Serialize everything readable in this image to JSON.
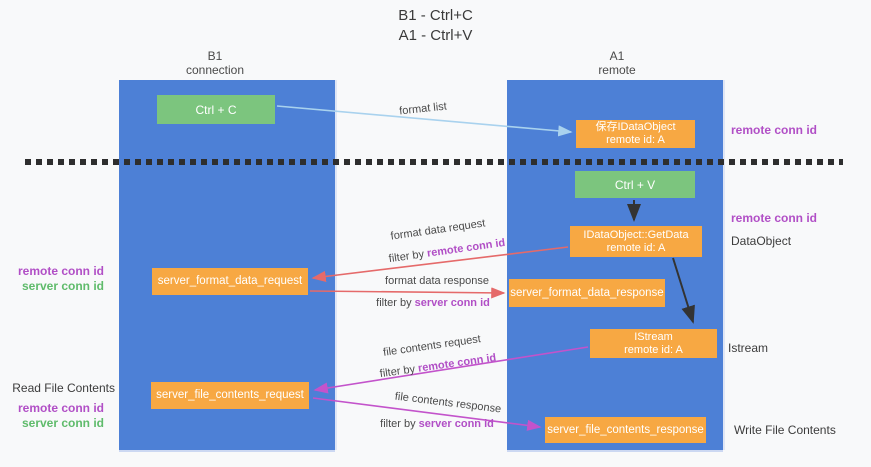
{
  "title": {
    "line1": "B1 - Ctrl+C",
    "line2": "A1 - Ctrl+V"
  },
  "lanes": {
    "left": {
      "title": "B1",
      "subtitle": "connection"
    },
    "right": {
      "title": "A1",
      "subtitle": "remote"
    }
  },
  "nodes": {
    "ctrl_c": {
      "label": "Ctrl + C"
    },
    "ctrl_v": {
      "label": "Ctrl + V"
    },
    "save_dataobject": {
      "line1": "保存IDataObject",
      "line2": "remote id: A"
    },
    "getdata": {
      "line1": "IDataObject::GetData",
      "line2": "remote id: A"
    },
    "istream": {
      "line1": "IStream",
      "line2": "remote id: A"
    },
    "server_format_data_request": {
      "label": "server_format_data_request"
    },
    "server_format_data_response": {
      "label": "server_format_data_response"
    },
    "server_file_contents_request": {
      "label": "server_file_contents_request"
    },
    "server_file_contents_response": {
      "label": "server_file_contents_response"
    }
  },
  "flow_labels": {
    "format_list": "format list",
    "format_data_request": "format data request",
    "filter_remote_1": {
      "prefix": "filter by ",
      "id": "remote conn id"
    },
    "format_data_response": "format data response",
    "filter_server_1": {
      "prefix": "filter by ",
      "id": "server conn id"
    },
    "file_contents_request": "file contents request",
    "filter_remote_2": {
      "prefix": "filter by ",
      "id": "remote conn id"
    },
    "file_contents_response": "file contents response",
    "filter_server_2": {
      "prefix": "filter by ",
      "id": "server conn id"
    }
  },
  "annotations": {
    "left": {
      "remote_conn_1": "remote conn id",
      "server_conn_1": "server conn id",
      "read_file_contents": "Read File Contents",
      "remote_conn_2": "remote conn id",
      "server_conn_2": "server conn id"
    },
    "right": {
      "remote_conn_1": "remote conn id",
      "remote_conn_2": "remote conn id",
      "dataobject": "DataObject",
      "istream": "Istream",
      "write_file_contents": "Write File Contents"
    }
  },
  "colors": {
    "lane_blue": "#4d80d6",
    "node_green": "#7cc57e",
    "node_orange": "#f7a843",
    "accent_purple": "#b14fc6",
    "accent_green": "#5fbb6b",
    "arrow_red": "#e56a6a",
    "arrow_magenta": "#c353cb",
    "arrow_light_blue": "#a9d2ee",
    "arrow_black": "#333333",
    "divider_black": "#2e2e2e"
  }
}
